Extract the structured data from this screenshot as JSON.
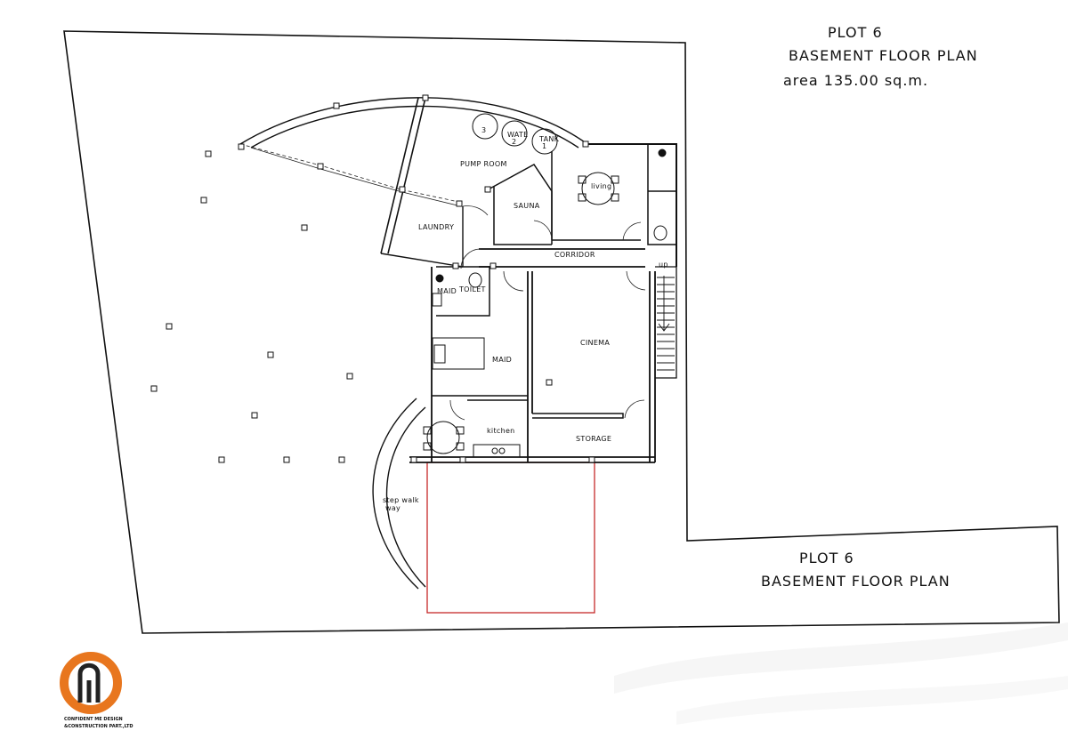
{
  "titles": {
    "top_line1": "PLOT 6",
    "top_line2": "BASEMENT FLOOR PLAN",
    "top_area": "area 135.00 sq.m.",
    "bottom_line1": "PLOT 6",
    "bottom_line2": "BASEMENT FLOOR PLAN"
  },
  "rooms": {
    "pump_room": "PUMP ROOM",
    "water": "WATE",
    "tank": "TANK",
    "tank1": "1",
    "tank2": "2",
    "tank3": "3",
    "laundry": "LAUNDRY",
    "sauna": "SAUNA",
    "living": "living",
    "corridor": "CORRIDOR",
    "up": "up",
    "maid_toilet_1": "MAID",
    "maid_toilet_2": "TOILET",
    "maid": "MAID",
    "cinema": "CINEMA",
    "kitchen": "kitchen",
    "storage": "STORAGE",
    "step_walk_1": "step walk",
    "step_walk_2": "way"
  },
  "logo": {
    "line1": "CONFIDENT ME DESIGN",
    "line2": "&CONSTRUCTION PART.,LTD",
    "accent_color": "#e8761e",
    "ring_color": "#222222"
  },
  "colors": {
    "lines": "#111111",
    "outline_red": "#c62828"
  }
}
